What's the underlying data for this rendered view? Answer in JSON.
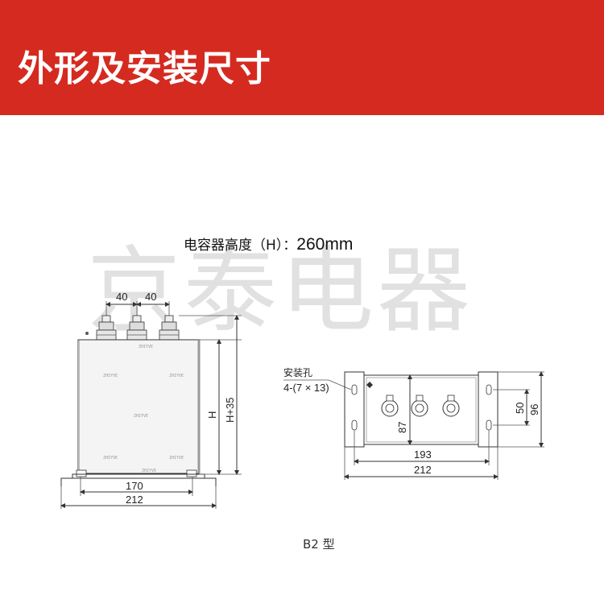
{
  "header": {
    "title": "外形及安装尺寸",
    "background_color": "#d52a20",
    "text_color": "#ffffff"
  },
  "spec": {
    "label": "电容器高度（H）：",
    "value": "260mm"
  },
  "watermark": {
    "text": "京泰电器"
  },
  "drawing": {
    "front_view": {
      "top_dim_left": "40",
      "top_dim_right": "40",
      "height_label": "H",
      "total_height_label": "H+35",
      "inner_width": "170",
      "outer_width": "212",
      "body_marking": "ZHIYVE"
    },
    "top_view": {
      "mount_hole_label": "安装孔",
      "mount_hole_spec": "4-(7 × 13)",
      "dim_87": "87",
      "dim_50": "50",
      "dim_96": "96",
      "dim_193": "193",
      "dim_212": "212"
    },
    "model_label": "B2 型"
  }
}
